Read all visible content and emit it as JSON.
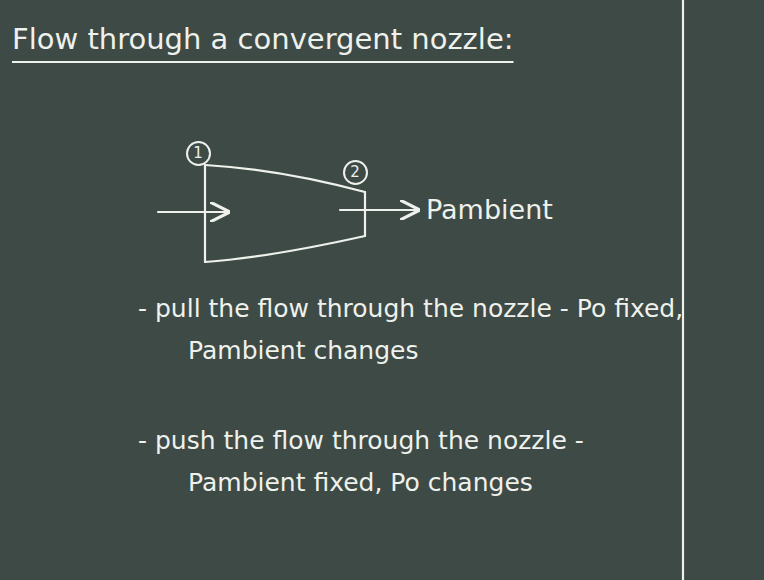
{
  "diagram": {
    "title": "Flow through a convergent nozzle:",
    "nodes": [
      {
        "text": [
          "1"
        ]
      },
      {
        "text": [
          "2"
        ]
      }
    ],
    "labels": [
      "Pambient",
      "- pull the flow through the nozzle - Po fixed, Pambient changes",
      "- push the flow through the nozzle - Pambient fixed, Po changes"
    ]
  }
}
